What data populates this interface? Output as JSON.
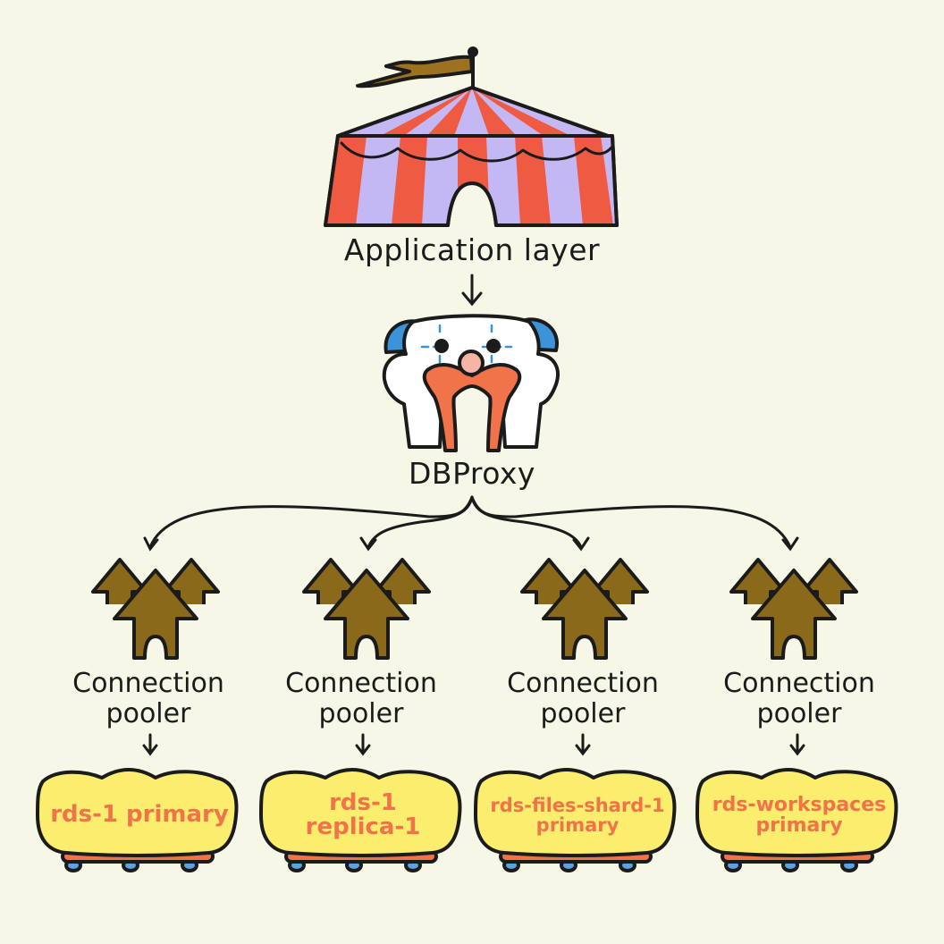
{
  "app_layer": {
    "label": "Application layer"
  },
  "proxy": {
    "label": "DBProxy"
  },
  "poolers": [
    {
      "line1": "Connection",
      "line2": "pooler"
    },
    {
      "line1": "Connection",
      "line2": "pooler"
    },
    {
      "line1": "Connection",
      "line2": "pooler"
    },
    {
      "line1": "Connection",
      "line2": "pooler"
    }
  ],
  "databases": [
    {
      "line1": "rds-1 primary",
      "line2": ""
    },
    {
      "line1": "rds-1",
      "line2": "replica-1"
    },
    {
      "line1": "rds-files-shard-1",
      "line2": "primary"
    },
    {
      "line1": "rds-workspaces",
      "line2": "primary"
    }
  ],
  "colors": {
    "background": "#f6f7e6",
    "tent_red": "#ef5a42",
    "tent_lavender": "#c3b8f4",
    "clown_blue": "#3b93d8",
    "clown_nose": "#f4b4a6",
    "mustache_orange": "#f0734a",
    "pooler_brown": "#8a6a1a",
    "db_yellow": "#fbed6e",
    "db_text_orange": "#f0734a",
    "wheel_blue": "#5aa3df",
    "ink": "#1b1b1b"
  },
  "icons": [
    "circus-tent-icon",
    "flag-icon",
    "clown-face-icon",
    "arrow-cluster-icon",
    "database-cart-icon"
  ]
}
